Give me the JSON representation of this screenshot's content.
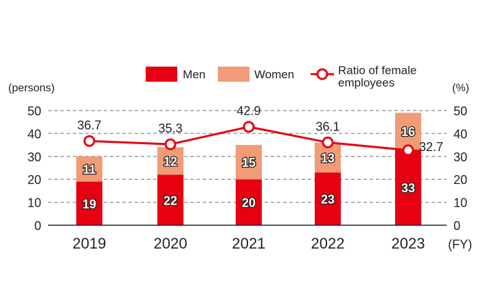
{
  "chart_data": {
    "type": "bar",
    "stacked": true,
    "categories": [
      "2019",
      "2020",
      "2021",
      "2022",
      "2023"
    ],
    "series": [
      {
        "name": "Men",
        "values": [
          19,
          22,
          20,
          23,
          33
        ],
        "color": "#e60012"
      },
      {
        "name": "Women",
        "values": [
          11,
          12,
          15,
          13,
          16
        ],
        "color": "#f19b77"
      }
    ],
    "line_series": {
      "name": "Ratio of female employees",
      "values": [
        36.7,
        35.3,
        42.9,
        36.1,
        32.7
      ],
      "color": "#e60012"
    },
    "ylabel_left": "(persons)",
    "ylabel_right": "(%)",
    "xlabel": "(FY)",
    "ylim": [
      0,
      50
    ],
    "y_ticks": [
      0,
      10,
      20,
      30,
      40,
      50
    ],
    "y2lim": [
      0,
      50
    ],
    "y2_ticks": [
      0,
      10,
      20,
      30,
      40,
      50
    ],
    "legend": {
      "placement": "top-right",
      "items": [
        "Men",
        "Women",
        "Ratio of female",
        "employees"
      ]
    },
    "grid": "dashed horizontal"
  }
}
